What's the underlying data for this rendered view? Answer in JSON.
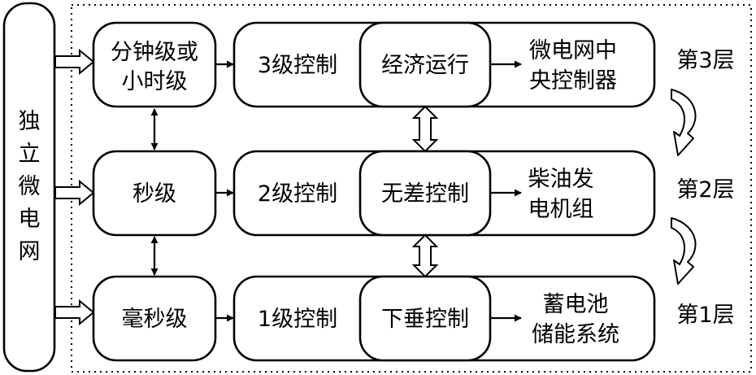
{
  "left_system": {
    "label_chars": [
      "独",
      "立",
      "微",
      "电",
      "网"
    ]
  },
  "rows": [
    {
      "timescale": [
        "分钟级或",
        "小时级"
      ],
      "control_level": "3级控制",
      "control_method": "经济运行",
      "controller": [
        "微电网中",
        "央控制器"
      ],
      "layer": "第3层"
    },
    {
      "timescale": [
        "秒级"
      ],
      "control_level": "2级控制",
      "control_method": "无差控制",
      "controller": [
        "柴油发",
        "电机组"
      ],
      "layer": "第2层"
    },
    {
      "timescale": [
        "毫秒级"
      ],
      "control_level": "1级控制",
      "control_method": "下垂控制",
      "controller": [
        "蓄电池",
        "储能系统"
      ],
      "layer": "第1层"
    }
  ],
  "colors": {
    "stroke": "#000000",
    "fill": "#ffffff"
  }
}
